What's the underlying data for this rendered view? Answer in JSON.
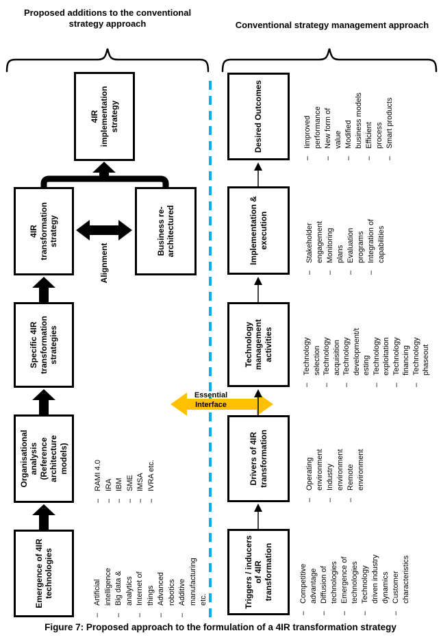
{
  "figure": {
    "header_left": "Proposed additions to the conventional strategy approach",
    "header_right": "Conventional strategy management approach",
    "caption": "Figure 7: Proposed approach to the formulation of a 4IR transformation strategy",
    "divider_color": "#00B0F0",
    "alignment_label": "Alignment",
    "essential_interface": {
      "lines": [
        "Essential",
        "Interface"
      ],
      "arrow_color": "#FFC000"
    }
  },
  "left_column": {
    "implementation_strategy": {
      "title_lines": [
        "4IR",
        "implementation",
        "strategy"
      ]
    },
    "transformation_strategy": {
      "title_lines": [
        "4IR",
        "transformation",
        "strategy"
      ]
    },
    "business_rearchitectured": {
      "title_lines": [
        "Business re-",
        "architectured"
      ]
    },
    "specific_strategies": {
      "title_lines": [
        "Specific 4IR",
        "transformation",
        "strategies"
      ]
    },
    "organisational_analysis": {
      "title_lines": [
        "Organisational",
        "analysis",
        "(Reference",
        "architecture",
        "models)"
      ],
      "bullets": [
        [
          "RAMI 4.0"
        ],
        [
          "IRA"
        ],
        [
          "IBM"
        ],
        [
          "SME"
        ],
        [
          "IMSA"
        ],
        [
          "IVRA etc."
        ]
      ]
    },
    "emergence_4ir": {
      "title_lines": [
        "Emergence of 4IR",
        "technologies"
      ],
      "bullets": [
        [
          "Artificial",
          "intelligence"
        ],
        [
          "Big data &",
          "analytics"
        ],
        [
          "Internet of",
          "things"
        ],
        [
          "Advanced",
          "robotics"
        ],
        [
          "Additive",
          "manufacturing",
          "etc."
        ]
      ]
    }
  },
  "right_column": {
    "desired_outcomes": {
      "title_lines": [
        "Desired Outcomes"
      ],
      "bullets": [
        [
          "Iimproved",
          "performance"
        ],
        [
          "New form of",
          "value"
        ],
        [
          "Modified",
          "business models"
        ],
        [
          "Efficient",
          "process"
        ],
        [
          "Smart products"
        ]
      ]
    },
    "implementation_execution": {
      "title_lines": [
        "Implementation &",
        "execution"
      ],
      "bullets": [
        [
          "Stakeholder",
          "engagement"
        ],
        [
          "Monitoring",
          "plans"
        ],
        [
          "Evaluation",
          "programs"
        ],
        [
          "Integration of",
          "capabilities"
        ]
      ]
    },
    "technology_management": {
      "title_lines": [
        "Technology",
        "management",
        "activities"
      ],
      "bullets": [
        [
          "Technology",
          "selection"
        ],
        [
          "Technology",
          "acquisition"
        ],
        [
          "Technology",
          "development/t",
          "esting"
        ],
        [
          "Technology",
          "exploitation"
        ],
        [
          "Technology",
          "financing"
        ],
        [
          "Technology",
          "phaseout"
        ]
      ]
    },
    "drivers_4ir": {
      "title_lines": [
        "Drivers of 4IR",
        "transformation"
      ],
      "bullets": [
        [
          "Operating",
          "environment"
        ],
        [
          "Industry",
          "environment"
        ],
        [
          "Remote",
          "environment"
        ]
      ]
    },
    "triggers_inducers": {
      "title_lines": [
        "Triggers / inducers",
        "of 4IR",
        "transformation"
      ],
      "bullets": [
        [
          "Competitive",
          "advantage"
        ],
        [
          "Diffusion of",
          "technologies"
        ],
        [
          "Emergence of",
          "technologies"
        ],
        [
          "Technology",
          "driven industry",
          "dynamics"
        ],
        [
          "Customer",
          "characteristics"
        ]
      ]
    }
  }
}
